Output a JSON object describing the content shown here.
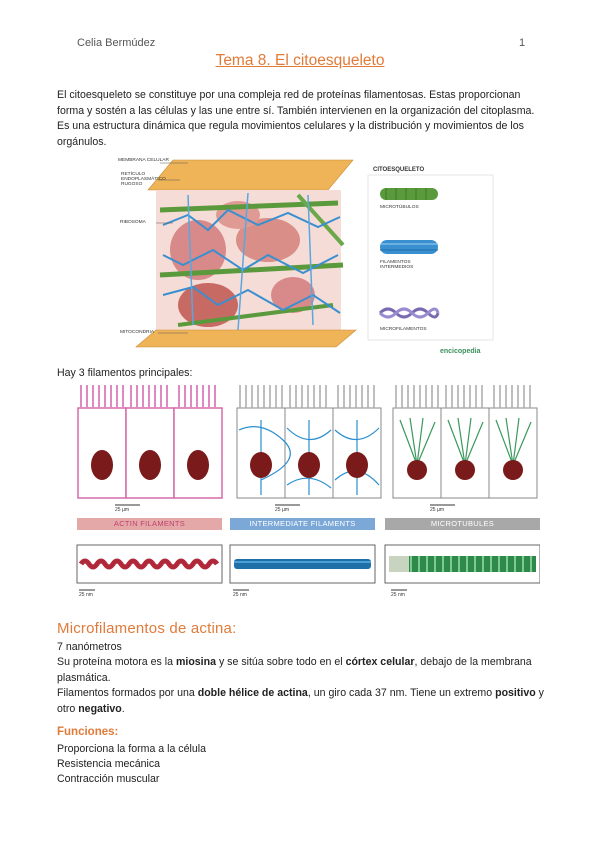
{
  "header": {
    "author": "Celia Bermúdez",
    "page_number": "1"
  },
  "title": "Tema 8. El citoesqueleto",
  "intro": "El citoesqueleto se constituye por una compleja red de proteínas filamentosas. Estas proporcionan forma y sostén a las células y las une entre sí. También intervienen en la organización del citoplasma. Es una estructura dinámica que regula movimientos celulares y la distribución y movimientos de los orgánulos.",
  "figure1": {
    "labels": {
      "membrana": "MEMBRANA CELULAR",
      "reticulo": "RETÍCULO ENDOPLASMÁTICO RUGOSO",
      "ribosoma": "RIBOSOMA",
      "mitocondria": "MITOCONDRIA",
      "citoesqueleto": "CITOESQUELETO",
      "microtubulos": "MICROTÚBULOS",
      "filamentos_intermedios": "FILAMENTOS INTERMEDIOS",
      "microfilamentos": "MICROFILAMENTOS"
    },
    "logo": "encicopedia",
    "colors": {
      "membrane": "#f0b458",
      "green": "#5a9a3c",
      "blue": "#3a8fd0",
      "purple": "#7a6bb0",
      "pink": "#d88a8a"
    }
  },
  "figure2": {
    "caption": "Hay 3 filamentos principales:",
    "panels": [
      {
        "banner": "ACTIN FILAMENTS",
        "scale": "25 µm",
        "fiber_scale": "25 nm",
        "color": "#d66aa8",
        "banner_color": "#e5a8a8"
      },
      {
        "banner": "INTERMEDIATE FILAMENTS",
        "scale": "25 µm",
        "fiber_scale": "25 nm",
        "color": "#2c8fcf",
        "banner_color": "#7ca8d8"
      },
      {
        "banner": "MICROTUBULES",
        "scale": "25 µm",
        "fiber_scale": "25 nm",
        "color": "#3a9a5a",
        "banner_color": "#a8a8a8"
      }
    ]
  },
  "section": {
    "heading": "Microfilamentos de actina:",
    "size": "7 nanómetros",
    "p1_a": "Su proteína motora es la ",
    "p1_b": "miosina",
    "p1_c": " y se sitúa sobre todo en el ",
    "p1_d": "córtex celular",
    "p1_e": ", debajo de la membrana plasmática.",
    "p2_a": "Filamentos formados por una ",
    "p2_b": "doble hélice de actina",
    "p2_c": ", un giro cada 37 nm. Tiene un extremo ",
    "p2_d": "positivo",
    "p2_e": " y otro ",
    "p2_f": "negativo",
    "p2_g": "."
  },
  "functions": {
    "heading": "Funciones:",
    "items": [
      "Proporciona la forma a la célula",
      "Resistencia mecánica",
      "Contracción muscular"
    ]
  }
}
